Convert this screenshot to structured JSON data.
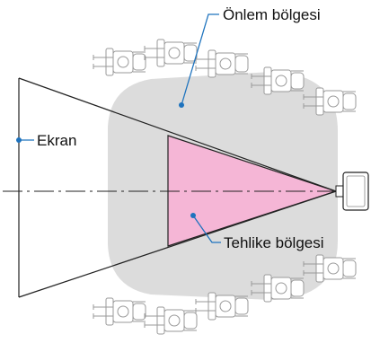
{
  "labels": {
    "caution_zone": "Önlem bölgesi",
    "screen": "Ekran",
    "danger_zone": "Tehlike bölgesi"
  },
  "colors": {
    "caution_zone": "#dcdcdc",
    "danger_zone": "#f5b6d6",
    "leader_line": "#1e73be",
    "outline": "#222222",
    "chair": "#9a9a9a"
  },
  "icons": {
    "seat": "seated-person-icon",
    "projector": "projector-icon"
  }
}
